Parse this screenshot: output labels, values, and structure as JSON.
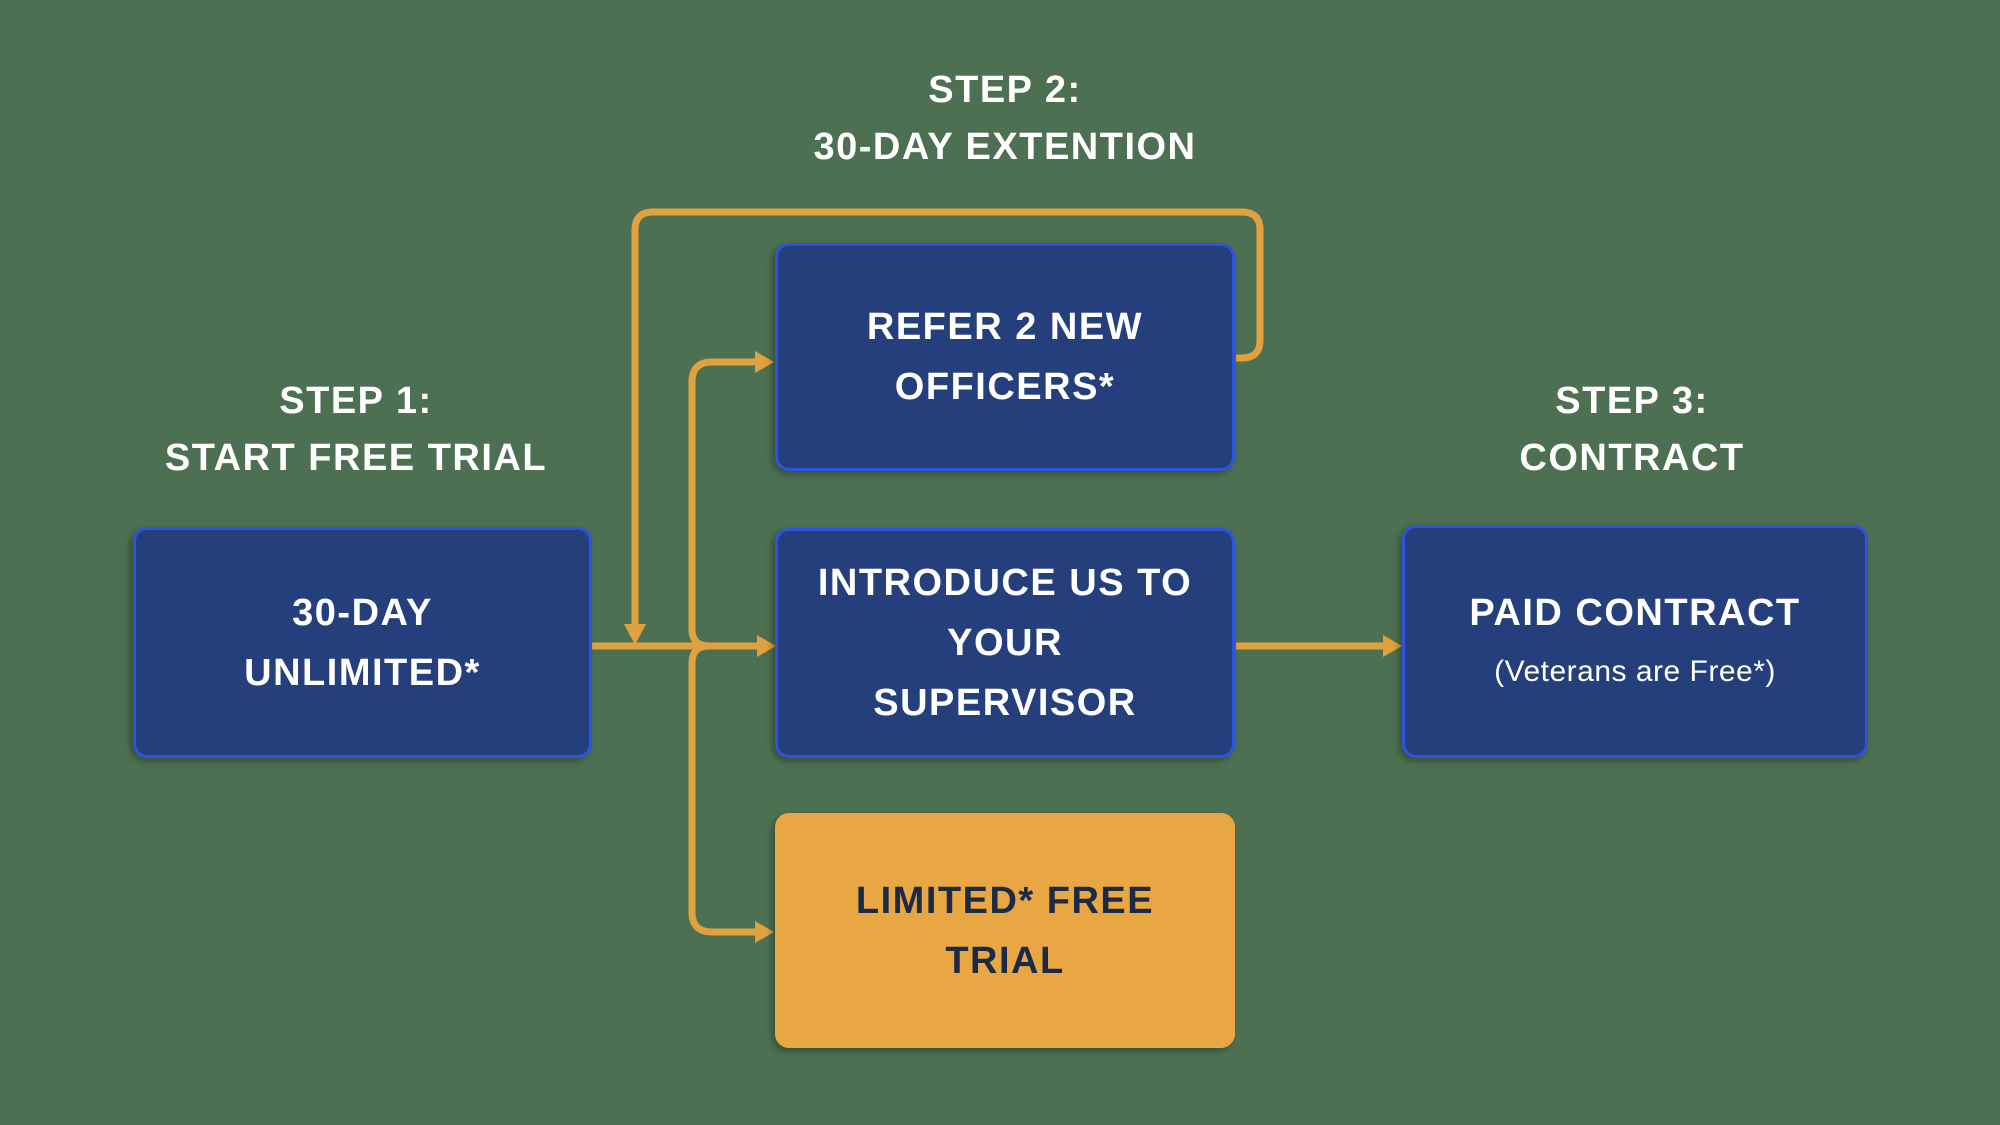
{
  "colors": {
    "background": "#4D7052",
    "box_navy": "#253E7C",
    "box_border_blue": "#2D53DF",
    "arrow_orange": "#E0A23E",
    "box_gold": "#E9A744",
    "text_white": "#FFFFFF",
    "text_dark_navy": "#1B2A47"
  },
  "headings": {
    "step1": {
      "line1": "STEP 1:",
      "line2": "START FREE TRIAL"
    },
    "step2": {
      "line1": "STEP 2:",
      "line2": "30-DAY EXTENTION"
    },
    "step3": {
      "line1": "STEP 3:",
      "line2": "CONTRACT"
    }
  },
  "nodes": {
    "trial": {
      "line1": "30-DAY",
      "line2": "UNLIMITED*"
    },
    "refer": {
      "line1": "REFER 2 NEW",
      "line2": "OFFICERS*"
    },
    "introduce": {
      "line1": "INTRODUCE US TO YOUR",
      "line2": "SUPERVISOR"
    },
    "contract": {
      "title": "PAID CONTRACT",
      "subtitle": "(Veterans are Free*)"
    },
    "limited": {
      "label": "LIMITED* FREE TRIAL"
    }
  }
}
